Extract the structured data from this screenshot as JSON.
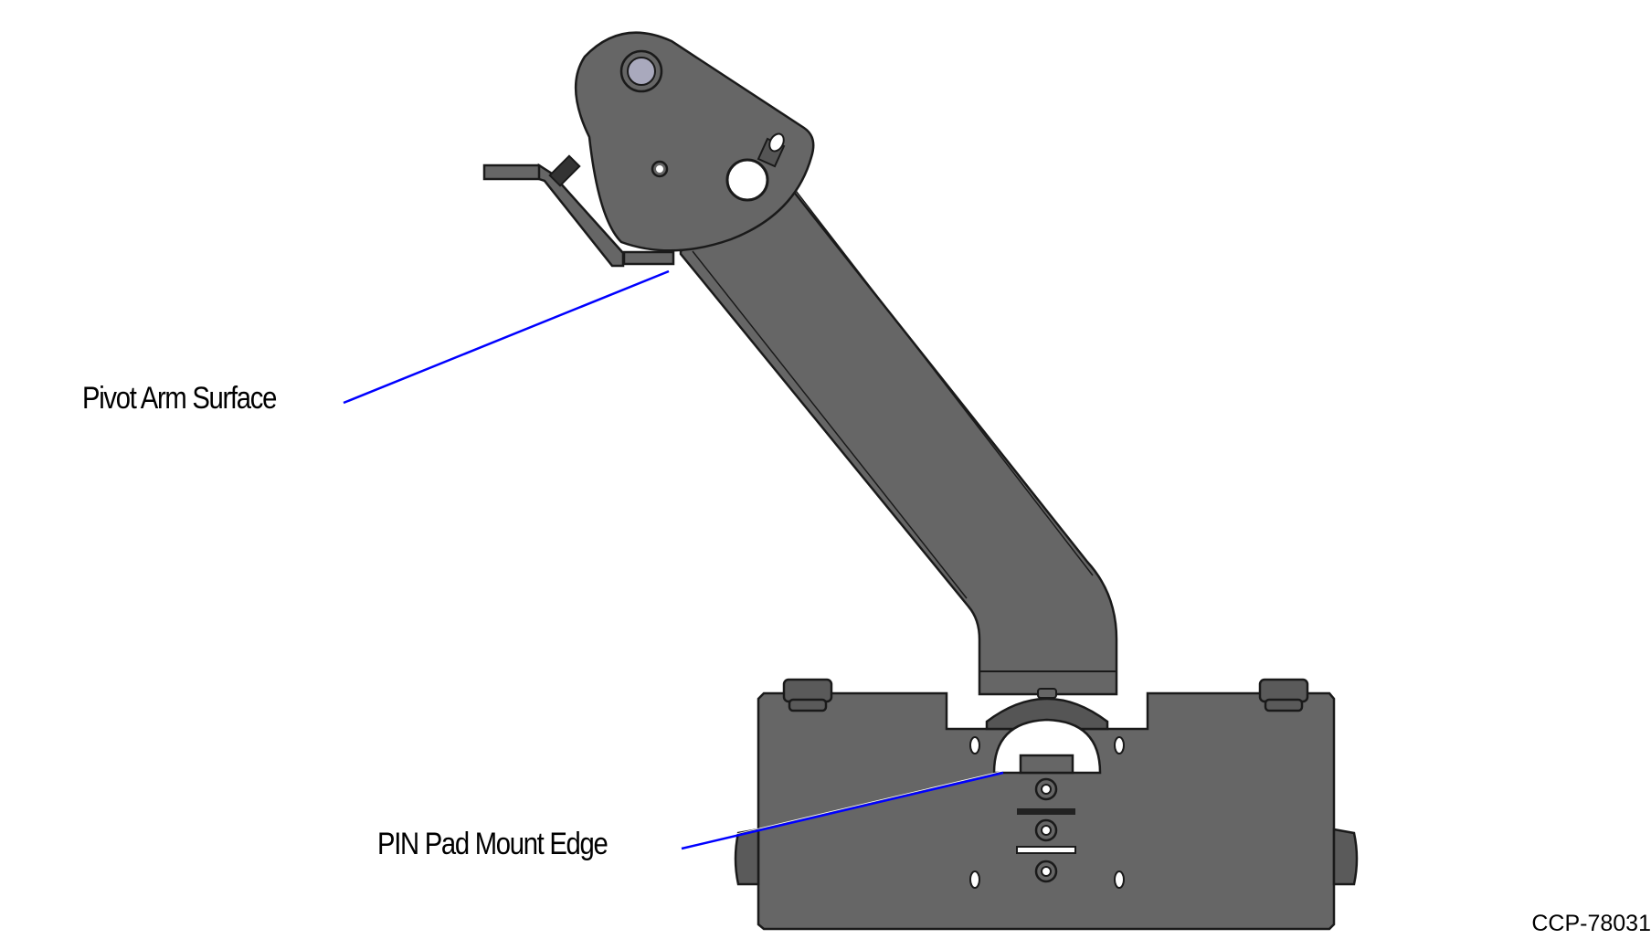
{
  "callouts": {
    "pivot_arm_surface": "Pivot Arm Surface",
    "pin_pad_mount_edge": "PIN Pad Mount Edge"
  },
  "figure_id": "CCP-78031",
  "colors": {
    "part_fill": "#666666",
    "part_outline": "#1a1a1a",
    "leader_line": "#0000ff",
    "knob_fill": "#ffffff",
    "bearing_fill": "#a9a9bd",
    "background": "#ffffff"
  }
}
